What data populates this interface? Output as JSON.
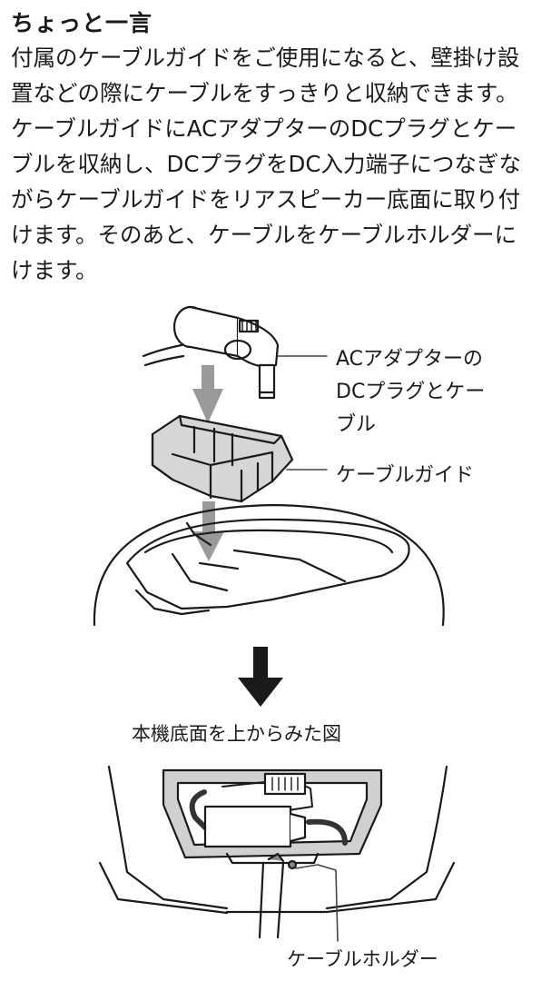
{
  "title": "ちょっと一言",
  "paragraph_lines": [
    "付属のケーブルガイドをご使用になると、壁掛け設",
    "置などの際にケーブルをすっきりと収納できます。",
    "ケーブルガイドにACアダプターのDCプラグとケー",
    "ブルを収納し、DCプラグをDC入力端子につなぎな",
    "がらケーブルガイドをリアスピーカー底面に取り付",
    "けます。そのあと、ケーブルをケーブルホルダーに",
    "けます。"
  ],
  "labels": {
    "dc_plug_line1": "ACアダプターの",
    "dc_plug_line2": "DCプラグとケー",
    "dc_plug_line3": "ブル",
    "cable_guide": "ケーブルガイド",
    "bottom_view": "本機底面を上からみた図",
    "cable_holder": "ケーブルホルダー"
  },
  "colors": {
    "arrow_gray": "#9a9a9a",
    "line": "#1a1a1a",
    "guide_fill": "#d0d0d0"
  }
}
